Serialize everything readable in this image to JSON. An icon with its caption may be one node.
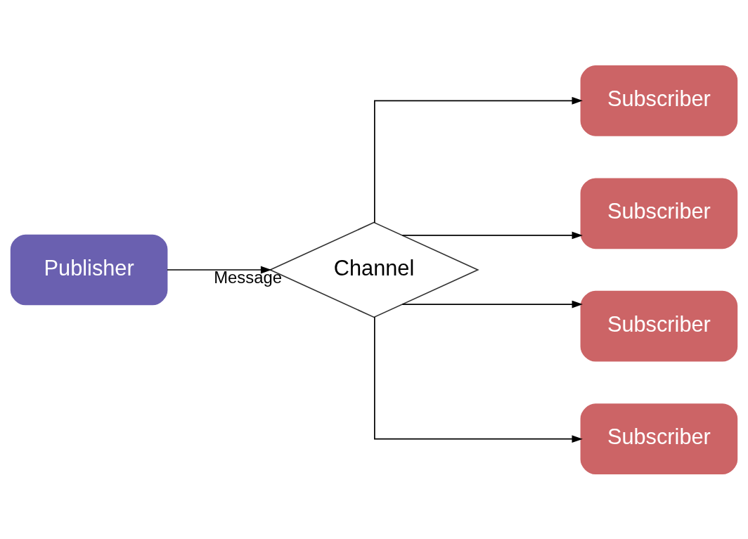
{
  "diagram": {
    "nodes": [
      {
        "text": [
          "Publisher"
        ]
      },
      {
        "text": [
          "Channel"
        ]
      },
      {
        "text": [
          "Subscriber"
        ]
      },
      {
        "text": [
          "Subscriber"
        ]
      },
      {
        "text": [
          "Subscriber"
        ]
      },
      {
        "text": [
          "Subscriber"
        ]
      }
    ],
    "edges": [
      {
        "from": 0,
        "to": 1,
        "arrow": "to",
        "label": "Message"
      },
      {
        "from": 1,
        "to": 2,
        "arrow": "to"
      },
      {
        "from": 1,
        "to": 3,
        "arrow": "to"
      },
      {
        "from": 1,
        "to": 4,
        "arrow": "to"
      },
      {
        "from": 1,
        "to": 5,
        "arrow": "to"
      }
    ]
  }
}
